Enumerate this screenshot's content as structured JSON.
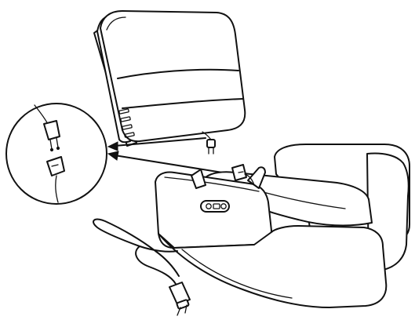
{
  "figure": {
    "caption": "",
    "background_color": "#ffffff",
    "line_color": "#111111",
    "components": [
      {
        "name": "seat-back",
        "label": ""
      },
      {
        "name": "seat-back-connector",
        "label": ""
      },
      {
        "name": "detail-callout",
        "label": ""
      },
      {
        "name": "recliner-base",
        "label": ""
      },
      {
        "name": "power-button-panel",
        "label": ""
      },
      {
        "name": "power-cord-with-plug",
        "label": ""
      }
    ],
    "arrows": [
      {
        "name": "arrow-to-callout-upper",
        "points_to": "detail-callout"
      },
      {
        "name": "arrow-to-callout-lower",
        "points_to": "detail-callout"
      }
    ]
  }
}
